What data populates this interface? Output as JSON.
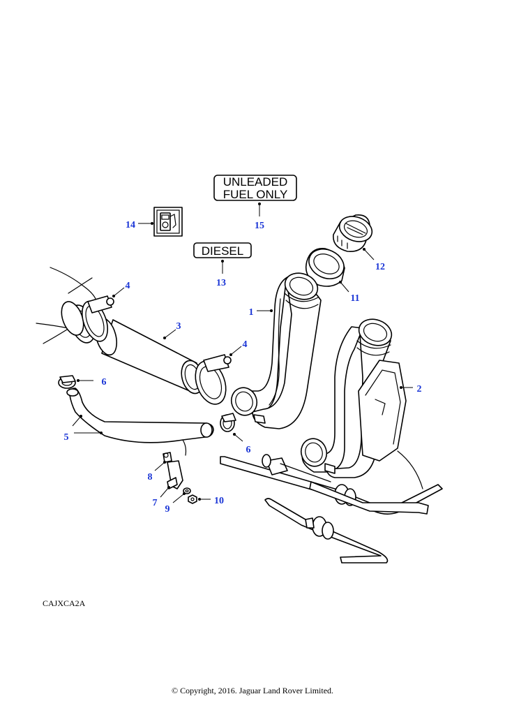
{
  "colors": {
    "callout": "#1a35d6",
    "line": "#000000",
    "background": "#ffffff"
  },
  "labels": {
    "unleaded_line1": "UNLEADED",
    "unleaded_line2": "FUEL ONLY",
    "diesel": "DIESEL"
  },
  "callouts": {
    "c1": "1",
    "c2": "2",
    "c3": "3",
    "c4a": "4",
    "c4b": "4",
    "c5": "5",
    "c6a": "6",
    "c6b": "6",
    "c7": "7",
    "c8": "8",
    "c9": "9",
    "c10": "10",
    "c11": "11",
    "c12": "12",
    "c13": "13",
    "c14": "14",
    "c15": "15"
  },
  "reference_code": "CAJXCA2A",
  "copyright": "© Copyright, 2016. Jaguar Land Rover Limited."
}
